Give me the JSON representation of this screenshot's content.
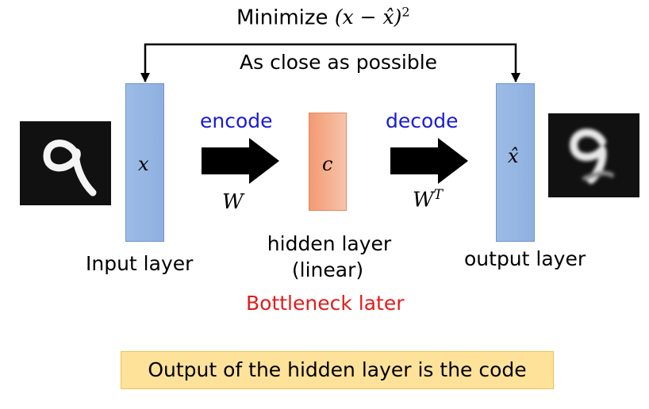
{
  "title": {
    "prefix": "Minimize",
    "formula": "(x − x̂)",
    "exponent": "2"
  },
  "feedback_label": "As close as possible",
  "layers": {
    "input": {
      "label": "Input layer",
      "variable": "x"
    },
    "hidden": {
      "label": "hidden layer",
      "sublabel": "(linear)",
      "variable": "c",
      "note": "Bottleneck later"
    },
    "output": {
      "label": "output layer",
      "variable": "x̂"
    }
  },
  "arrows": {
    "encode": {
      "label": "encode",
      "weight": "W"
    },
    "decode": {
      "label": "decode",
      "weight": "W",
      "weight_superscript": "T"
    }
  },
  "bottom_note": "Output of the hidden layer is the code",
  "colors": {
    "encode_decode_text": "#1a1adb",
    "bottleneck_text": "#e51b1b",
    "layer_blue": "#9dbbe6",
    "code_orange": "#f39a72",
    "note_box_fill": "#ffe29a"
  },
  "images": {
    "input": "handwritten-digit-9",
    "output": "reconstructed-digit-9"
  }
}
